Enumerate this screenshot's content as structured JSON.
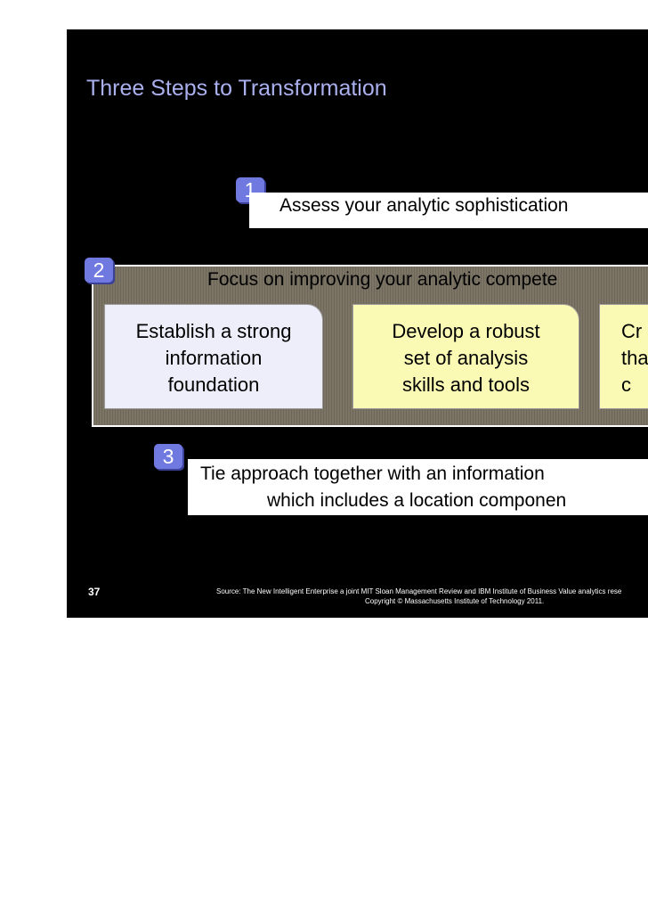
{
  "slide": {
    "title": "Three Steps to Transformation",
    "step1": {
      "number": "1",
      "text": "Assess your analytic sophistication"
    },
    "step2": {
      "number": "2",
      "text": "Focus on improving your analytic compete",
      "boxes": [
        {
          "lines": [
            "Establish a strong",
            "information",
            "foundation"
          ]
        },
        {
          "lines": [
            "Develop a robust",
            "set of analysis",
            "skills and tools"
          ]
        },
        {
          "lines": [
            "Cr",
            "tha",
            "c"
          ]
        }
      ]
    },
    "step3": {
      "number": "3",
      "line1": "Tie approach together with an information",
      "line2": "which includes a location componen"
    },
    "footer": {
      "page_number": "37",
      "source": "Source: The New Intelligent Enterprise a joint MIT Sloan Management Review and IBM Institute of Business Value analytics rese",
      "copyright": "Copyright © Massachusetts Institute of Technology 2011."
    }
  }
}
